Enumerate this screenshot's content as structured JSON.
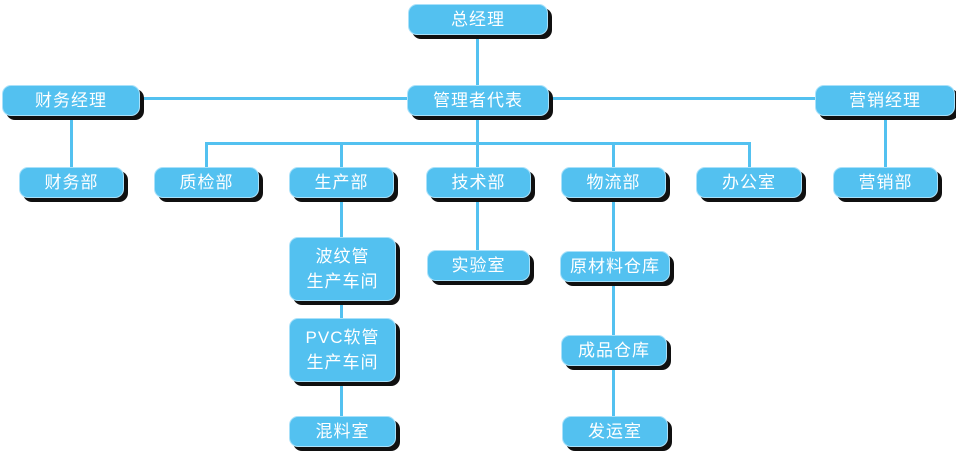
{
  "diagram": {
    "type": "org-chart",
    "language": "zh-CN",
    "colors": {
      "node_fill": "#53C1F0",
      "node_border": "#A9E1FA",
      "node_text": "#FFFFFF",
      "connector": "#53C1F0",
      "shadow": "#101010",
      "background": "#FFFFFF"
    },
    "nodes": [
      {
        "id": "general-manager",
        "label": "总经理",
        "parent": null
      },
      {
        "id": "finance-manager",
        "label": "财务经理",
        "parent": "management-representative"
      },
      {
        "id": "management-representative",
        "label": "管理者代表",
        "parent": "general-manager"
      },
      {
        "id": "marketing-manager",
        "label": "营销经理",
        "parent": "management-representative"
      },
      {
        "id": "finance-dept",
        "label": "财务部",
        "parent": "finance-manager"
      },
      {
        "id": "quality-inspection-dept",
        "label": "质检部",
        "parent": "management-representative"
      },
      {
        "id": "production-dept",
        "label": "生产部",
        "parent": "management-representative"
      },
      {
        "id": "technology-dept",
        "label": "技术部",
        "parent": "management-representative"
      },
      {
        "id": "logistics-dept",
        "label": "物流部",
        "parent": "management-representative"
      },
      {
        "id": "office",
        "label": "办公室",
        "parent": "management-representative"
      },
      {
        "id": "marketing-dept",
        "label": "营销部",
        "parent": "marketing-manager"
      },
      {
        "id": "corrugated-pipe-workshop",
        "label": "波纹管\n生产车间",
        "parent": "production-dept"
      },
      {
        "id": "laboratory",
        "label": "实验室",
        "parent": "technology-dept"
      },
      {
        "id": "raw-material-warehouse",
        "label": "原材料仓库",
        "parent": "logistics-dept"
      },
      {
        "id": "pvc-hose-workshop",
        "label": "PVC软管\n生产车间",
        "parent": "corrugated-pipe-workshop"
      },
      {
        "id": "finished-goods-warehouse",
        "label": "成品仓库",
        "parent": "raw-material-warehouse"
      },
      {
        "id": "mixing-room",
        "label": "混料室",
        "parent": "pvc-hose-workshop"
      },
      {
        "id": "shipping-room",
        "label": "发运室",
        "parent": "finished-goods-warehouse"
      }
    ]
  }
}
